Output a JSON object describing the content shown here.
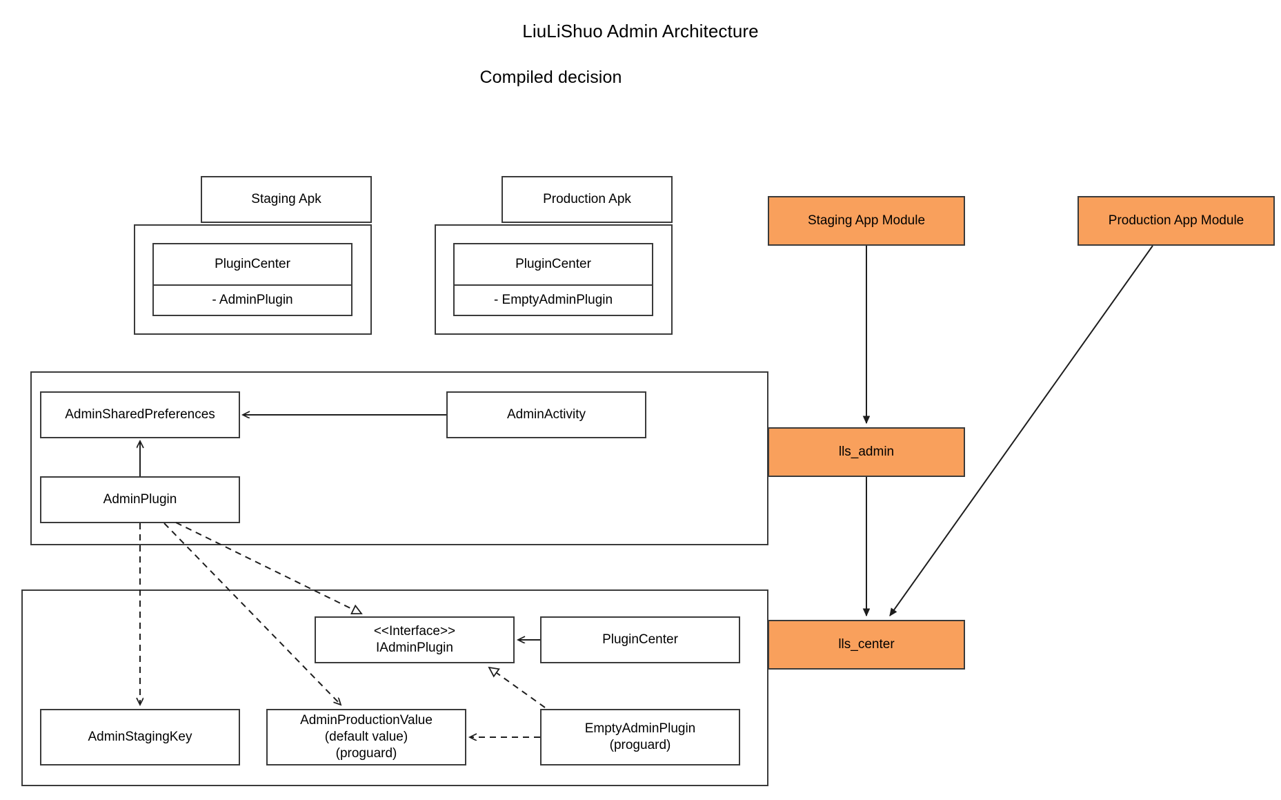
{
  "page": {
    "title": "LiuLiShuo Admin Architecture",
    "subtitle": "Compiled decision",
    "background": "#ffffff",
    "accent_orange": "#F9A05C",
    "stroke": "#3a3a3a"
  },
  "apk_components": [
    {
      "tab_label": "Staging Apk",
      "class_name": "PluginCenter",
      "class_attribute": "- AdminPlugin"
    },
    {
      "tab_label": "Production Apk",
      "class_name": "PluginCenter",
      "class_attribute": "- EmptyAdminPlugin"
    }
  ],
  "admin_package": {
    "classes": [
      {
        "label": "AdminSharedPreferences"
      },
      {
        "label": "AdminActivity"
      },
      {
        "label": "AdminPlugin"
      }
    ]
  },
  "center_package": {
    "classes": [
      {
        "label": "<<Interface>>\nIAdminPlugin"
      },
      {
        "label": "PluginCenter"
      },
      {
        "label": "AdminStagingKey"
      },
      {
        "label": "AdminProductionValue\n(default value)\n(proguard)"
      },
      {
        "label": "EmptyAdminPlugin\n(proguard)"
      }
    ]
  },
  "modules": [
    {
      "label": "Staging App Module",
      "color": "#F9A05C"
    },
    {
      "label": "Production App Module",
      "color": "#F9A05C"
    },
    {
      "label": "lls_admin",
      "color": "#F9A05C"
    },
    {
      "label": "lls_center",
      "color": "#F9A05C"
    }
  ],
  "relationships": [
    {
      "from": "AdminActivity",
      "to": "AdminSharedPreferences",
      "kind": "association-solid-open-arrow"
    },
    {
      "from": "AdminPlugin",
      "to": "AdminSharedPreferences",
      "kind": "association-solid-open-arrow"
    },
    {
      "from": "AdminPlugin",
      "to": "AdminStagingKey",
      "kind": "dependency-dashed-open-arrow"
    },
    {
      "from": "AdminPlugin",
      "to": "AdminProductionValue",
      "kind": "dependency-dashed-open-arrow"
    },
    {
      "from": "AdminPlugin",
      "to": "IAdminPlugin",
      "kind": "realization-dashed-hollow-triangle"
    },
    {
      "from": "PluginCenter",
      "to": "IAdminPlugin",
      "kind": "association-solid-open-arrow"
    },
    {
      "from": "EmptyAdminPlugin",
      "to": "IAdminPlugin",
      "kind": "realization-dashed-hollow-triangle"
    },
    {
      "from": "EmptyAdminPlugin",
      "to": "AdminProductionValue",
      "kind": "dependency-dashed-open-arrow"
    },
    {
      "from": "Staging App Module",
      "to": "lls_admin",
      "kind": "solid-arrow"
    },
    {
      "from": "lls_admin",
      "to": "lls_center",
      "kind": "solid-arrow"
    },
    {
      "from": "Production App Module",
      "to": "lls_center",
      "kind": "solid-arrow"
    }
  ]
}
